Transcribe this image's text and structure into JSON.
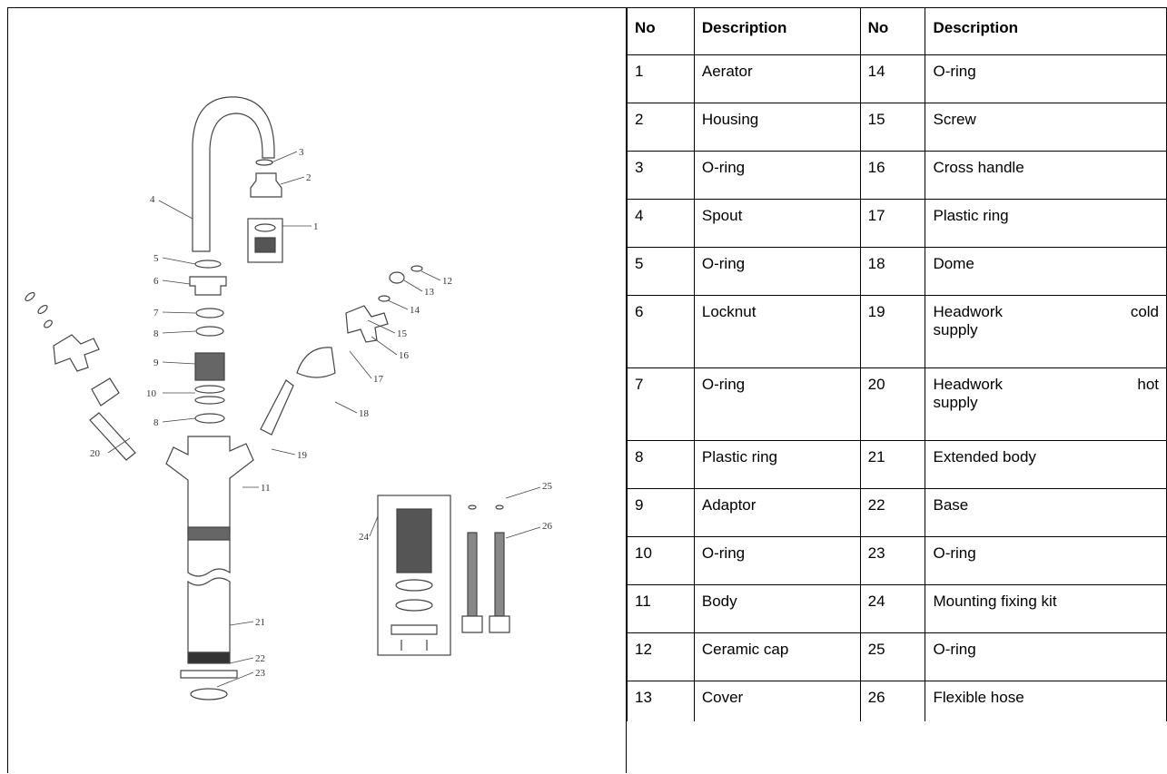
{
  "table": {
    "headers": [
      "No",
      "Description",
      "No",
      "Description"
    ],
    "rows": [
      {
        "no1": "1",
        "desc1": "Aerator",
        "no2": "14",
        "desc2_a": "O-ring",
        "desc2_b": ""
      },
      {
        "no1": "2",
        "desc1": "Housing",
        "no2": "15",
        "desc2_a": "Screw",
        "desc2_b": ""
      },
      {
        "no1": "3",
        "desc1": "O-ring",
        "no2": "16",
        "desc2_a": "Cross handle",
        "desc2_b": ""
      },
      {
        "no1": "4",
        "desc1": "Spout",
        "no2": "17",
        "desc2_a": "Plastic ring",
        "desc2_b": ""
      },
      {
        "no1": "5",
        "desc1": "O-ring",
        "no2": "18",
        "desc2_a": "Dome",
        "desc2_b": ""
      },
      {
        "no1": "6",
        "desc1": "Locknut",
        "no2": "19",
        "desc2_a": "Headwork",
        "desc2_a2": "cold",
        "desc2_b": "supply"
      },
      {
        "no1": "7",
        "desc1": "O-ring",
        "no2": "20",
        "desc2_a": "Headwork",
        "desc2_a2": "hot",
        "desc2_b": "supply"
      },
      {
        "no1": "8",
        "desc1": "Plastic ring",
        "no2": "21",
        "desc2_a": "Extended body",
        "desc2_b": ""
      },
      {
        "no1": "9",
        "desc1": "Adaptor",
        "no2": "22",
        "desc2_a": "Base",
        "desc2_b": ""
      },
      {
        "no1": "10",
        "desc1": "O-ring",
        "no2": "23",
        "desc2_a": "O-ring",
        "desc2_b": ""
      },
      {
        "no1": "11",
        "desc1": "Body",
        "no2": "24",
        "desc2_a": "Mounting fixing kit",
        "desc2_b": ""
      },
      {
        "no1": "12",
        "desc1": "Ceramic cap",
        "no2": "25",
        "desc2_a": "O-ring",
        "desc2_b": ""
      },
      {
        "no1": "13",
        "desc1": "Cover",
        "no2": "26",
        "desc2_a": "Flexible hose",
        "desc2_b": ""
      }
    ]
  },
  "diagram": {
    "callouts": [
      "1",
      "2",
      "3",
      "4",
      "5",
      "6",
      "7",
      "8",
      "9",
      "10",
      "8",
      "11",
      "12",
      "13",
      "14",
      "15",
      "16",
      "17",
      "18",
      "19",
      "20",
      "21",
      "22",
      "23",
      "24",
      "25",
      "26"
    ]
  }
}
